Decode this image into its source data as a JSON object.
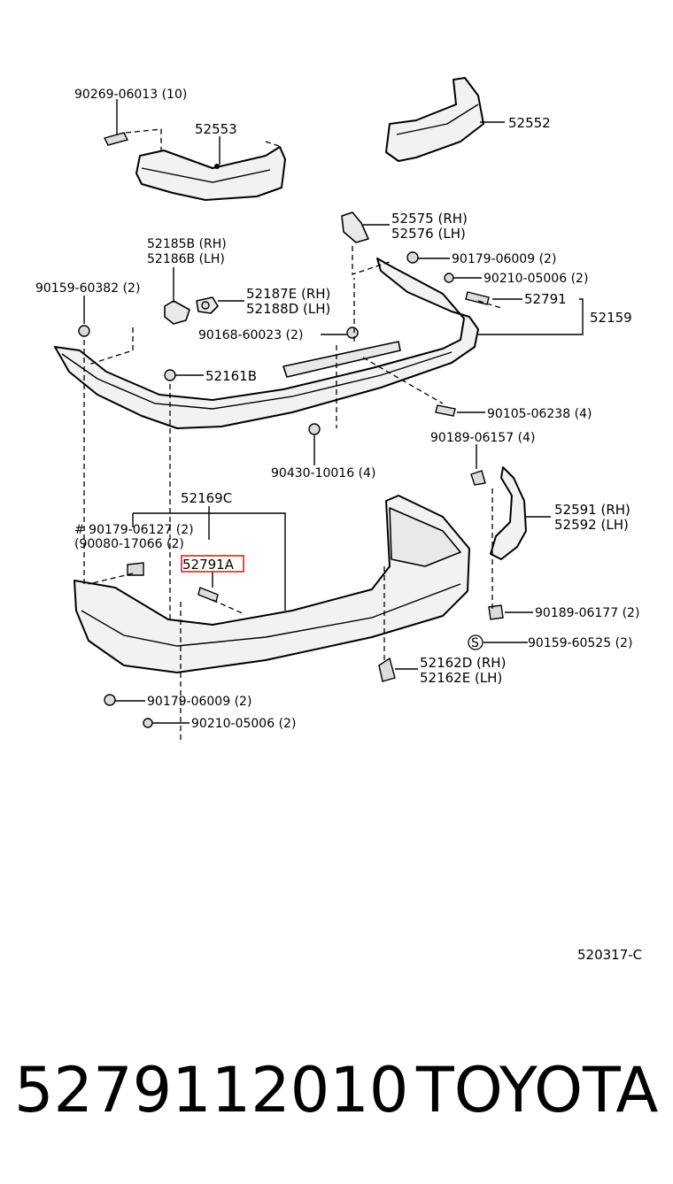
{
  "diagram": {
    "labels": {
      "p90269": "90269-06013 (10)",
      "p52553": "52553",
      "p52552": "52552",
      "p52575": "52575 (RH)",
      "p52576": "52576 (LH)",
      "p52185": "52185B (RH)",
      "p52186": "52186B (LH)",
      "p90179a": "90179-06009 (2)",
      "p90210a": "90210-05006 (2)",
      "p90159a": "90159-60382 (2)",
      "p52187": "52187E (RH)",
      "p52188": "52188D (LH)",
      "p52791": "52791",
      "p52159": "52159",
      "p90168": "90168-60023 (2)",
      "p52161": "52161B",
      "p90105": "90105-06238 (4)",
      "p90189a": "90189-06157 (4)",
      "p90430": "90430-10016 (4)",
      "p52169": "52169C",
      "p90179b": "# 90179-06127 (2)",
      "p90080": "(90080-17066 (2)",
      "p52791a": "52791A",
      "p52591": "52591 (RH)",
      "p52592": "52592 (LH)",
      "p90189b": "90189-06177 (2)",
      "p90159b": "90159-60525 (2)",
      "sMark": "S",
      "p52162d": "52162D (RH)",
      "p52162e": "52162E (LH)",
      "p90179c": "90179-06009 (2)",
      "p90210b": "90210-05006 (2)"
    },
    "figure_code": "520317-C"
  },
  "footer": {
    "part_number": "5279112010",
    "brand": "TOYOTA"
  },
  "colors": {
    "highlight": "#e01e1e"
  }
}
